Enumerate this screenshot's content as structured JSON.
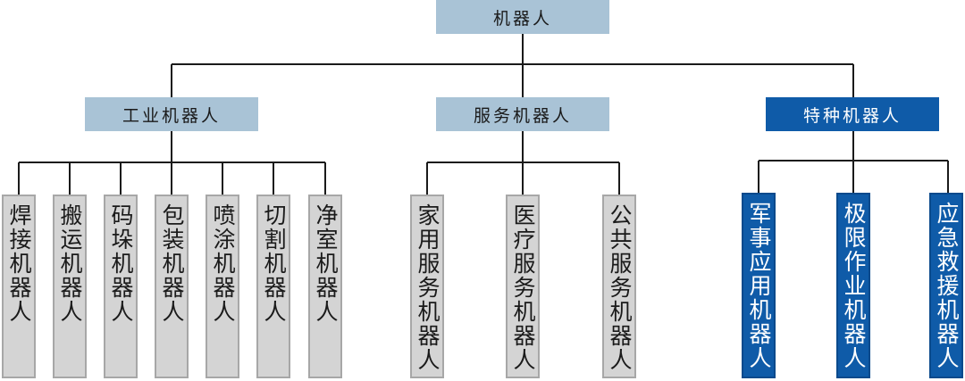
{
  "root": {
    "label": "机器人"
  },
  "categories": [
    {
      "label": "工业机器人",
      "items": [
        "焊接机器人",
        "搬运机器人",
        "码垛机器人",
        "包装机器人",
        "喷涂机器人",
        "切割机器人",
        "净室机器人"
      ]
    },
    {
      "label": "服务机器人",
      "items": [
        "家用服务机器人",
        "医疗服务机器人",
        "公共服务机器人"
      ]
    },
    {
      "label": "特种机器人",
      "items": [
        "军事应用机器人",
        "极限作业机器人",
        "应急救援机器人"
      ]
    }
  ],
  "colors": {
    "light_box": "#a9c3d6",
    "leaf_box": "#d4d4d4",
    "special_box": "#0f5ba8",
    "line": "#1a1a1a"
  }
}
